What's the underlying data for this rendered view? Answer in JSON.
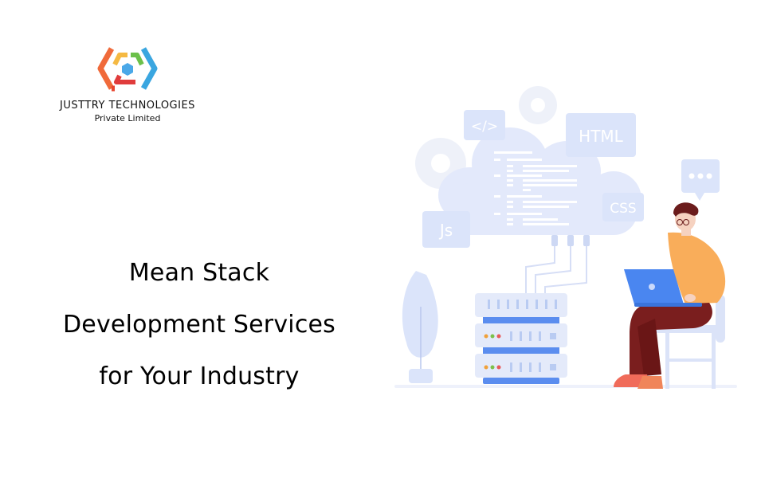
{
  "logo": {
    "name": "JUSTTRY TECHNOLOGIES",
    "subtitle": "Private Limited",
    "colors": [
      "#f06a3a",
      "#f5b942",
      "#6cc04a",
      "#3aa6e0",
      "#e03c3c",
      "#4aa8e8"
    ]
  },
  "headline": {
    "lines": [
      "Mean Stack",
      "Development Services",
      "for Your Industry"
    ]
  },
  "illustration": {
    "badges": {
      "code": "</>",
      "html": "HTML",
      "css": "CSS",
      "js": "Js",
      "chat": "•••"
    },
    "colors": {
      "cloud": "#e3e9fb",
      "badge": "#dbe4fa",
      "badge_text": "#ffffff",
      "server_body": "#e4eafa",
      "server_accent": "#5b8def",
      "laptop": "#4a86f0",
      "sweater": "#f9ad5a",
      "pants": "#7a1e1e",
      "hair": "#6b1c1c",
      "skin": "#f6d2c0",
      "shoes": "#f06b5a",
      "chair": "#dbe3f8",
      "leds": [
        "#f0a03a",
        "#7cc04a",
        "#e85a5a"
      ]
    }
  }
}
